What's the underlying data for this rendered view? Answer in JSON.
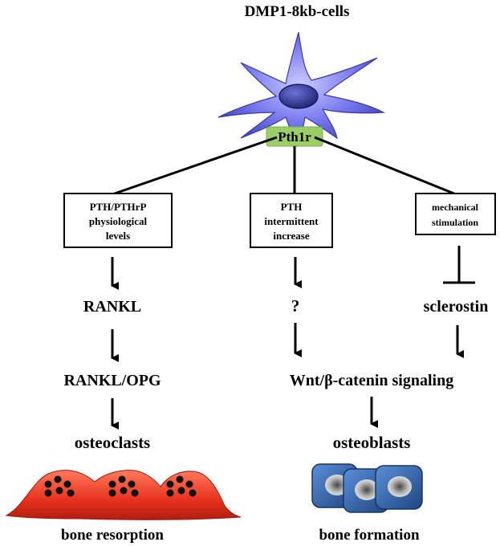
{
  "title": "DMP1-8kb-cells",
  "receptor": "Pth1r",
  "colors": {
    "cell_body": "#6a6ae6",
    "nucleus": "#2a2f8a",
    "receptor_box": "#9ccc65",
    "osteoclast": "#e8321e",
    "osteoblast": "#2d5ba8"
  },
  "pathways": [
    {
      "box_lines": [
        "PTH/PTHrP",
        "physiological",
        "levels"
      ],
      "steps": [
        "RANKL",
        "RANKL/OPG",
        "osteoclasts"
      ],
      "outcome": "bone resorption"
    },
    {
      "box_lines": [
        "PTH",
        "intermittent",
        "increase"
      ],
      "steps": [
        "?"
      ]
    },
    {
      "box_lines": [
        "mechanical",
        "stimulation"
      ],
      "steps": [
        "sclerostin"
      ]
    }
  ],
  "convergence": {
    "signal": "Wnt/β-catenin signaling",
    "cells": "osteoblasts",
    "outcome": "bone formation"
  }
}
